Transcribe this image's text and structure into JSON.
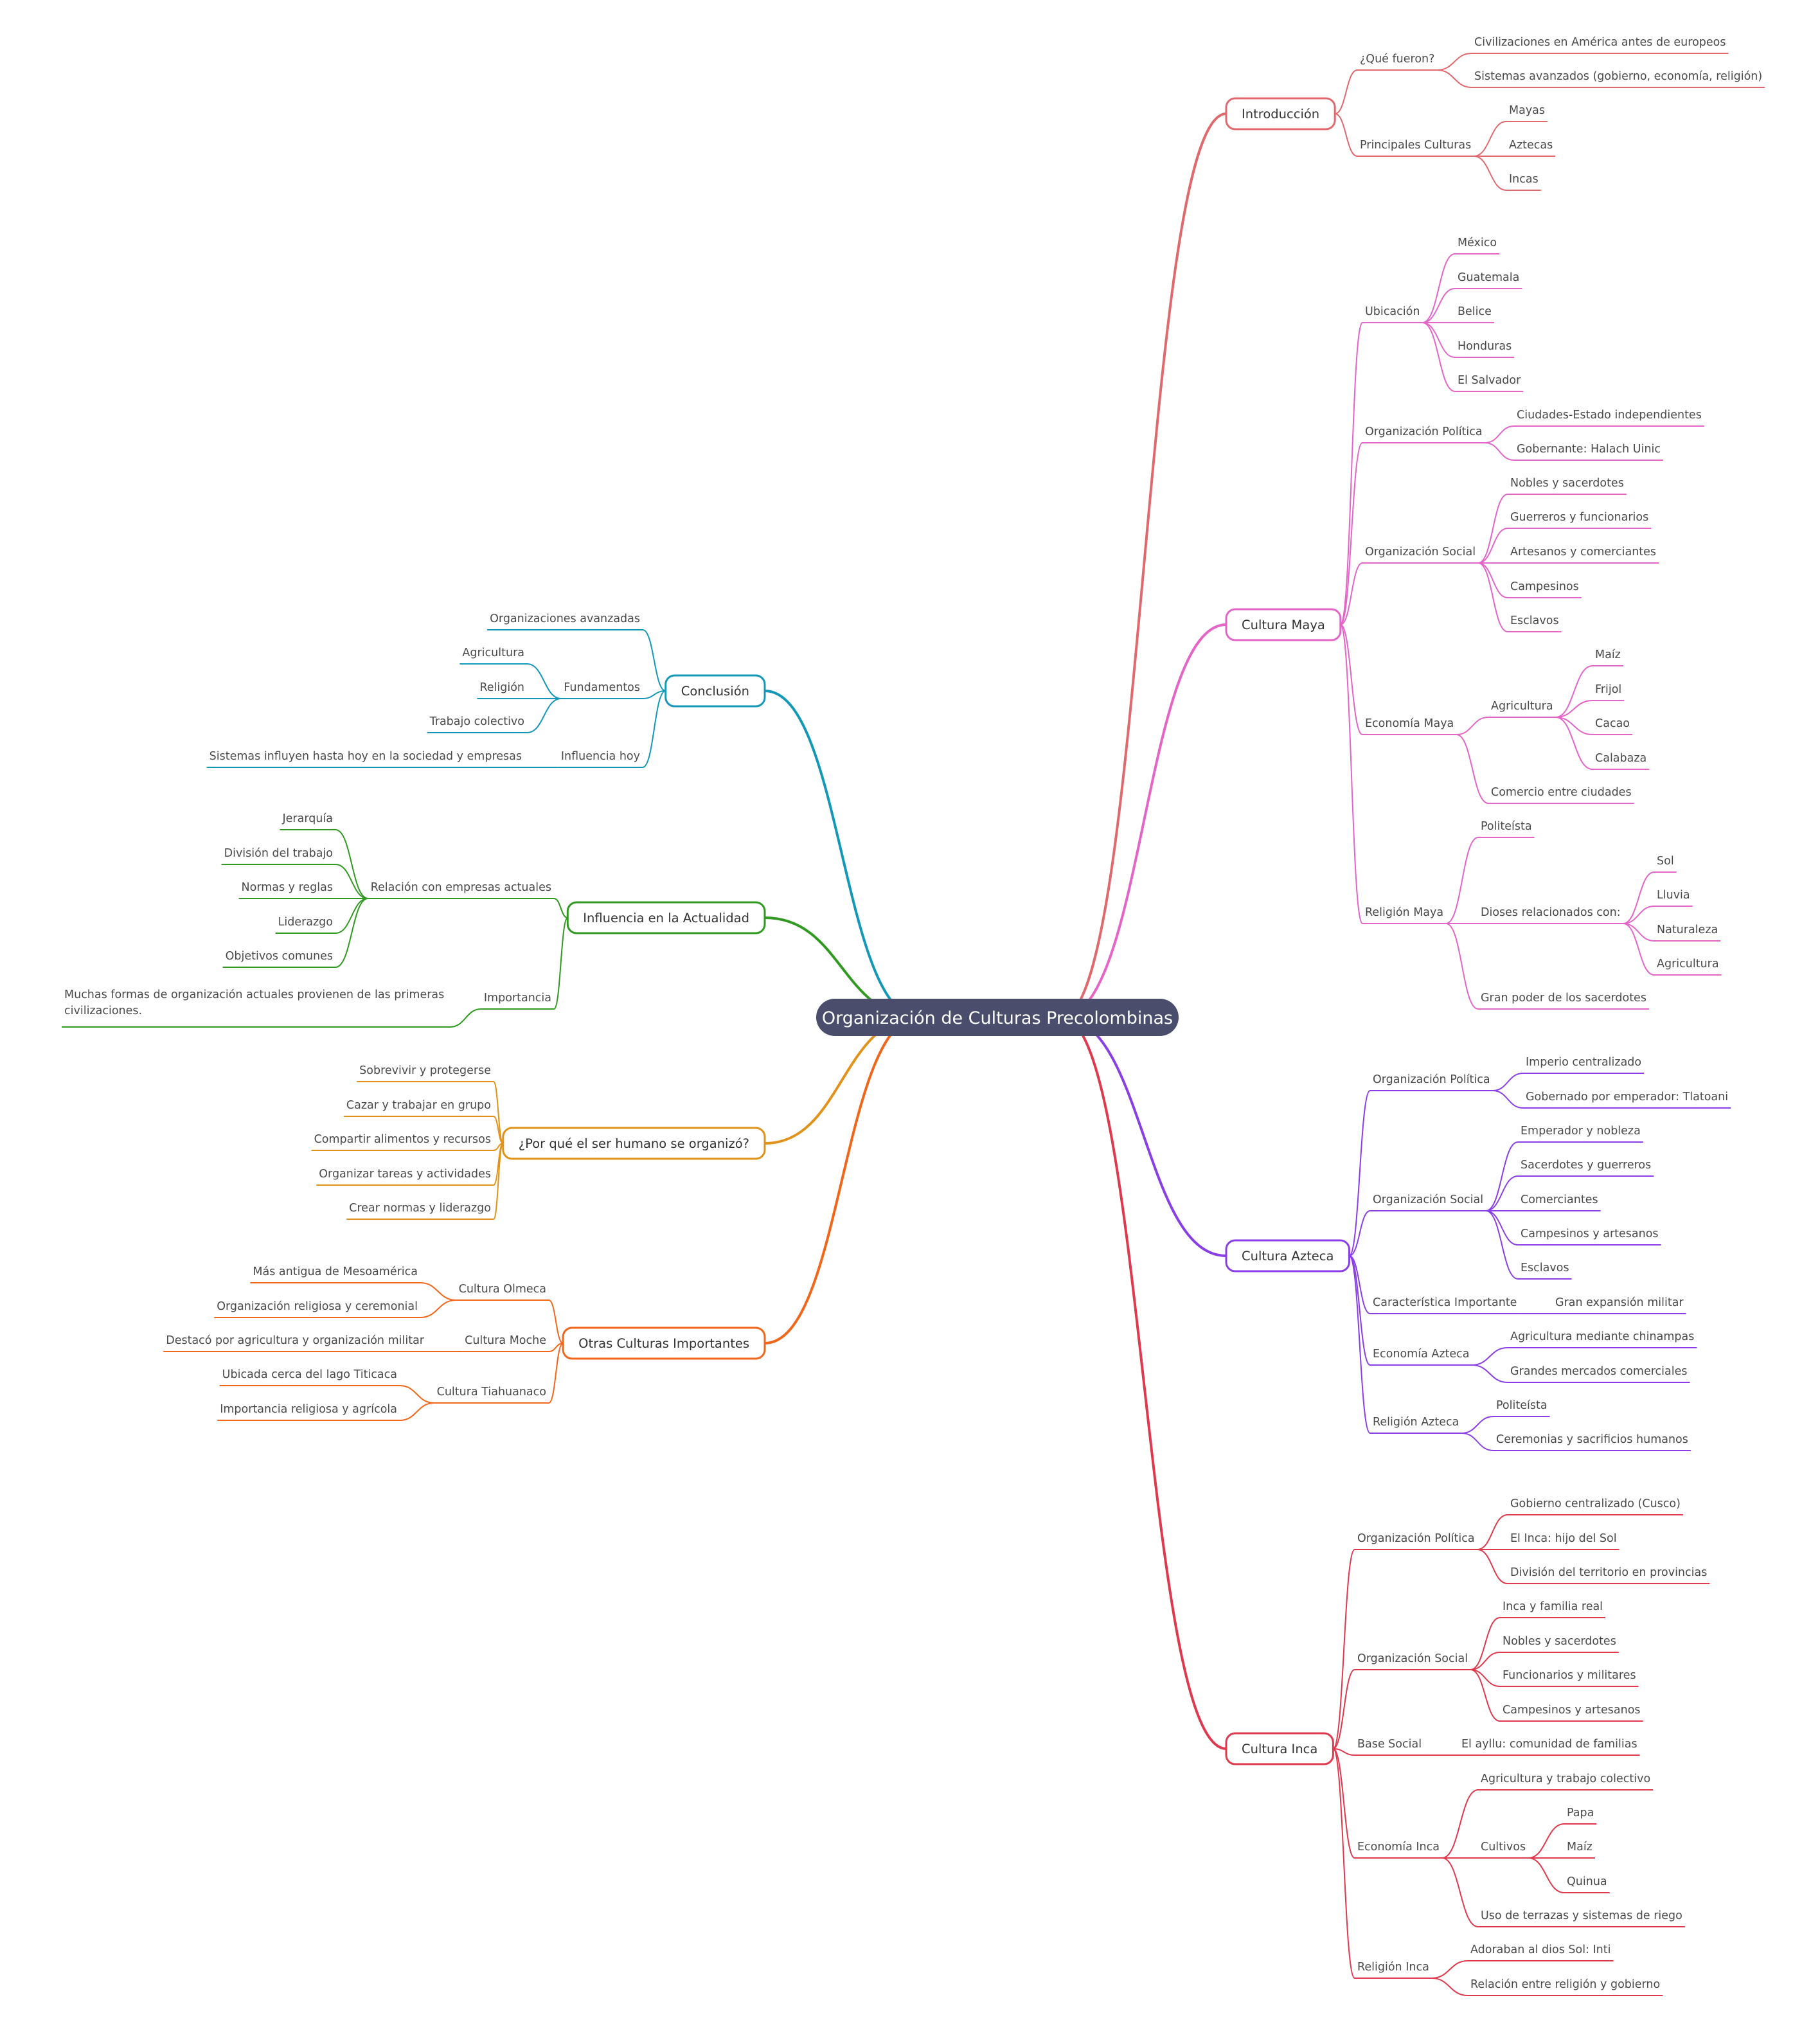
{
  "root": {
    "label": "Organización de Culturas Precolombinas",
    "color": "#4a4d6b"
  },
  "colors": {
    "introduccion": "#e0696e",
    "maya": "#e464c8",
    "azteca": "#8a3fe6",
    "inca": "#e0384c",
    "conclusion": "#1498b8",
    "influencia": "#2f9a1f",
    "porque": "#e29218",
    "otras": "#f2661a"
  },
  "right": {
    "introduccion": {
      "label": "Introducción",
      "que_fueron": {
        "label": "¿Qué fueron?",
        "items": [
          "Civilizaciones en América antes de europeos",
          "Sistemas avanzados (gobierno, economía, religión)"
        ]
      },
      "principales": {
        "label": "Principales Culturas",
        "items": [
          "Mayas",
          "Aztecas",
          "Incas"
        ]
      }
    },
    "maya": {
      "label": "Cultura Maya",
      "ubicacion": {
        "label": "Ubicación",
        "items": [
          "México",
          "Guatemala",
          "Belice",
          "Honduras",
          "El Salvador"
        ]
      },
      "org_politica": {
        "label": "Organización Política",
        "items": [
          "Ciudades-Estado independientes",
          "Gobernante: Halach Uinic"
        ]
      },
      "org_social": {
        "label": "Organización Social",
        "items": [
          "Nobles y sacerdotes",
          "Guerreros y funcionarios",
          "Artesanos y comerciantes",
          "Campesinos",
          "Esclavos"
        ]
      },
      "economia": {
        "label": "Economía Maya",
        "agricultura": {
          "label": "Agricultura",
          "items": [
            "Maíz",
            "Frijol",
            "Cacao",
            "Calabaza"
          ]
        },
        "comercio": "Comercio entre ciudades"
      },
      "religion": {
        "label": "Religión Maya",
        "politeista": "Politeísta",
        "dioses": {
          "label": "Dioses relacionados con:",
          "items": [
            "Sol",
            "Lluvia",
            "Naturaleza",
            "Agricultura"
          ]
        },
        "poder": "Gran poder de los sacerdotes"
      }
    },
    "azteca": {
      "label": "Cultura Azteca",
      "org_politica": {
        "label": "Organización Política",
        "items": [
          "Imperio centralizado",
          "Gobernado por emperador: Tlatoani"
        ]
      },
      "org_social": {
        "label": "Organización Social",
        "items": [
          "Emperador y nobleza",
          "Sacerdotes y guerreros",
          "Comerciantes",
          "Campesinos y artesanos",
          "Esclavos"
        ]
      },
      "caracteristica": {
        "label": "Característica Importante",
        "value": "Gran expansión militar"
      },
      "economia": {
        "label": "Economía Azteca",
        "items": [
          "Agricultura mediante chinampas",
          "Grandes mercados comerciales"
        ]
      },
      "religion": {
        "label": "Religión Azteca",
        "items": [
          "Politeísta",
          "Ceremonias y sacrificios humanos"
        ]
      }
    },
    "inca": {
      "label": "Cultura Inca",
      "org_politica": {
        "label": "Organización Política",
        "items": [
          "Gobierno centralizado (Cusco)",
          "El Inca: hijo del Sol",
          "División del territorio en provincias"
        ]
      },
      "org_social": {
        "label": "Organización Social",
        "items": [
          "Inca y familia real",
          "Nobles y sacerdotes",
          "Funcionarios y militares",
          "Campesinos y artesanos"
        ]
      },
      "base_social": {
        "label": "Base Social",
        "value": "El ayllu: comunidad de familias"
      },
      "economia": {
        "label": "Economía Inca",
        "agricultura": "Agricultura y trabajo colectivo",
        "cultivos": {
          "label": "Cultivos",
          "items": [
            "Papa",
            "Maíz",
            "Quinua"
          ]
        },
        "terrazas": "Uso de terrazas y sistemas de riego"
      },
      "religion": {
        "label": "Religión Inca",
        "items": [
          "Adoraban al dios Sol: Inti",
          "Relación entre religión y gobierno"
        ]
      }
    }
  },
  "left": {
    "conclusion": {
      "label": "Conclusión",
      "organizaciones": "Organizaciones avanzadas",
      "fundamentos": {
        "label": "Fundamentos",
        "items": [
          "Agricultura",
          "Religión",
          "Trabajo colectivo"
        ]
      },
      "influencia_hoy": {
        "label": "Influencia hoy",
        "value": "Sistemas influyen hasta hoy en la sociedad y empresas"
      }
    },
    "influencia": {
      "label": "Influencia en la Actualidad",
      "relacion": {
        "label": "Relación con empresas actuales",
        "items": [
          "Jerarquía",
          "División del trabajo",
          "Normas y reglas",
          "Liderazgo",
          "Objetivos comunes"
        ]
      },
      "importancia": {
        "label": "Importancia",
        "lines": [
          "Muchas formas de organización actuales provienen de las primeras",
          "civilizaciones."
        ]
      }
    },
    "porque": {
      "label": "¿Por qué el ser humano se organizó?",
      "items": [
        "Sobrevivir y protegerse",
        "Cazar y trabajar en grupo",
        "Compartir alimentos y recursos",
        "Organizar tareas y actividades",
        "Crear normas y liderazgo"
      ]
    },
    "otras": {
      "label": "Otras Culturas Importantes",
      "olmeca": {
        "label": "Cultura Olmeca",
        "items": [
          "Más antigua de Mesoamérica",
          "Organización religiosa y ceremonial"
        ]
      },
      "moche": {
        "label": "Cultura Moche",
        "value": "Destacó por agricultura y organización militar"
      },
      "tiahuanaco": {
        "label": "Cultura Tiahuanaco",
        "items": [
          "Ubicada cerca del lago Titicaca",
          "Importancia religiosa y agrícola"
        ]
      }
    }
  }
}
